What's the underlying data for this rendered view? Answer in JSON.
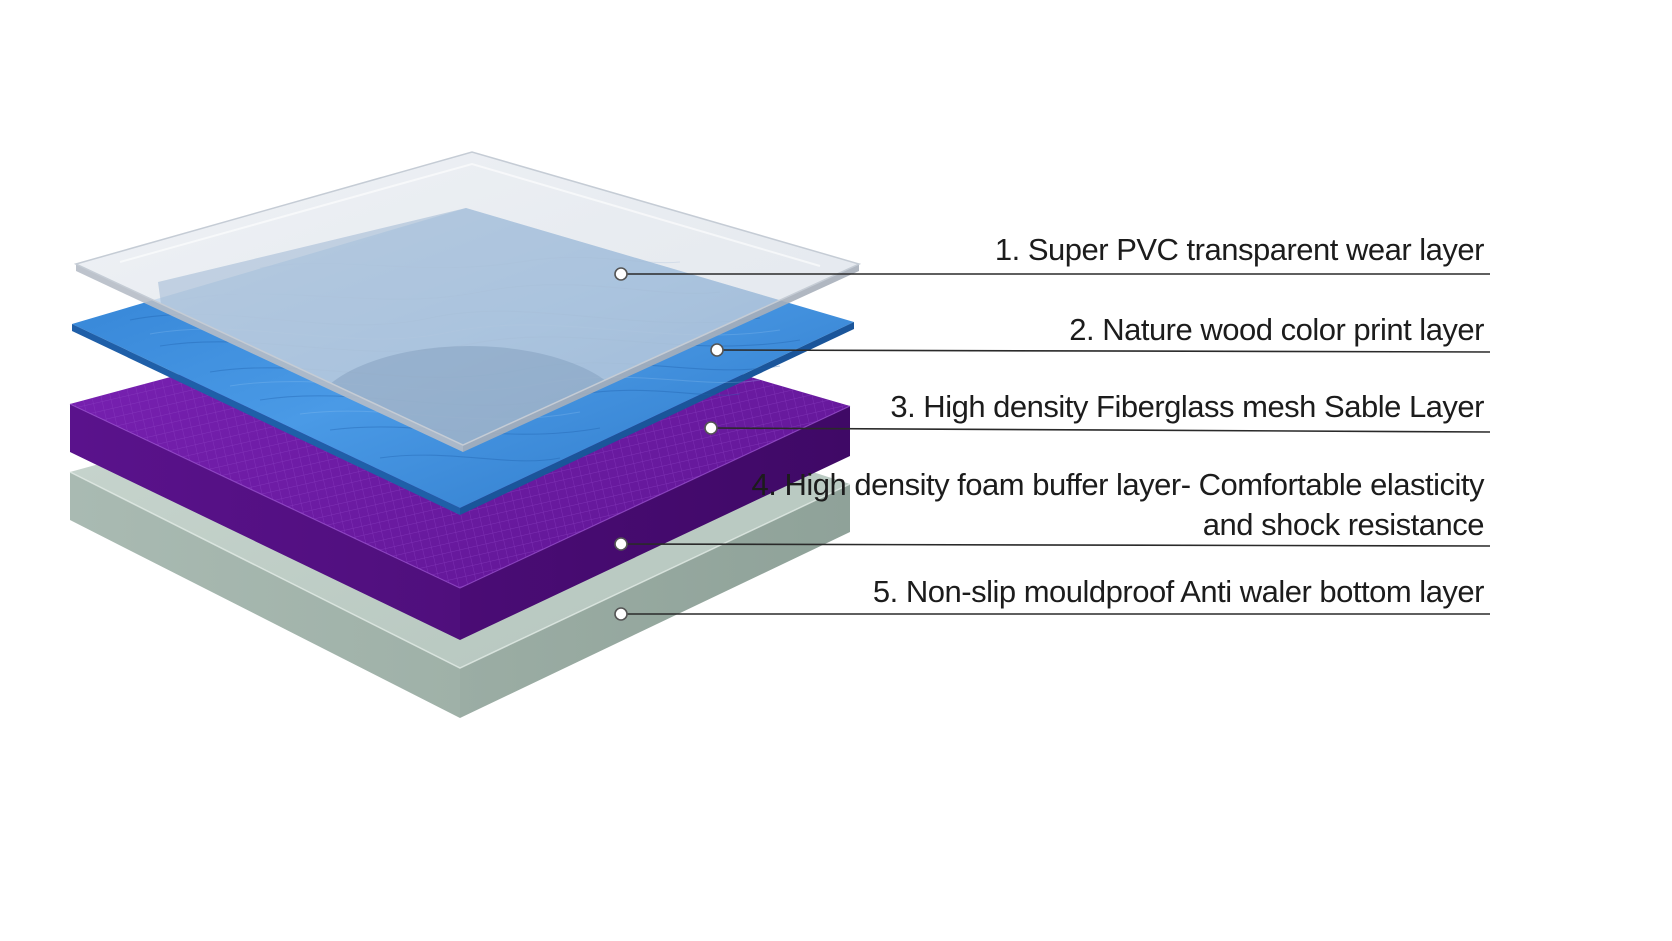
{
  "layers": [
    {
      "id": "wear",
      "label_lines": [
        "1. Super PVC transparent wear layer"
      ]
    },
    {
      "id": "print",
      "label_lines": [
        "2. Nature wood color print layer"
      ]
    },
    {
      "id": "fiberglass",
      "label_lines": [
        "3. High density Fiberglass mesh Sable Layer"
      ]
    },
    {
      "id": "foam",
      "label_lines": [
        "4. High density foam buffer layer- Comfortable elasticity",
        "and shock resistance"
      ]
    },
    {
      "id": "bottom",
      "label_lines": [
        "5. Non-slip mouldproof Anti waler bottom layer"
      ]
    }
  ],
  "colors": {
    "wear_layer": "#dfe3ea",
    "print_layer": "#3f8fdb",
    "fiberglass_layer": "#6a1a9e",
    "bottom_layer": "#b9c8c1",
    "leader_line": "#2a2a2a",
    "text": "#1c1c1c"
  }
}
